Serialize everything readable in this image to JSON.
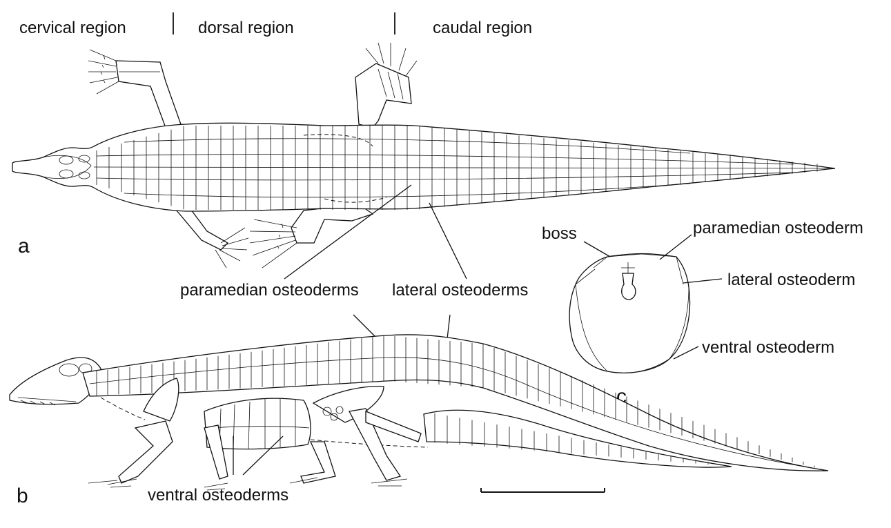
{
  "regions": {
    "cervical": "cervical region",
    "dorsal": "dorsal region",
    "caudal": "caudal region"
  },
  "panels": {
    "a": "a",
    "b": "b",
    "c": "c"
  },
  "labels": {
    "paramedian_osteoderms": "paramedian osteoderms",
    "lateral_osteoderms": "lateral osteoderms",
    "ventral_osteoderms": "ventral osteoderms",
    "boss": "boss",
    "paramedian_osteoderm": "paramedian osteoderm",
    "lateral_osteoderm": "lateral osteoderm",
    "ventral_osteoderm": "ventral osteoderm"
  }
}
